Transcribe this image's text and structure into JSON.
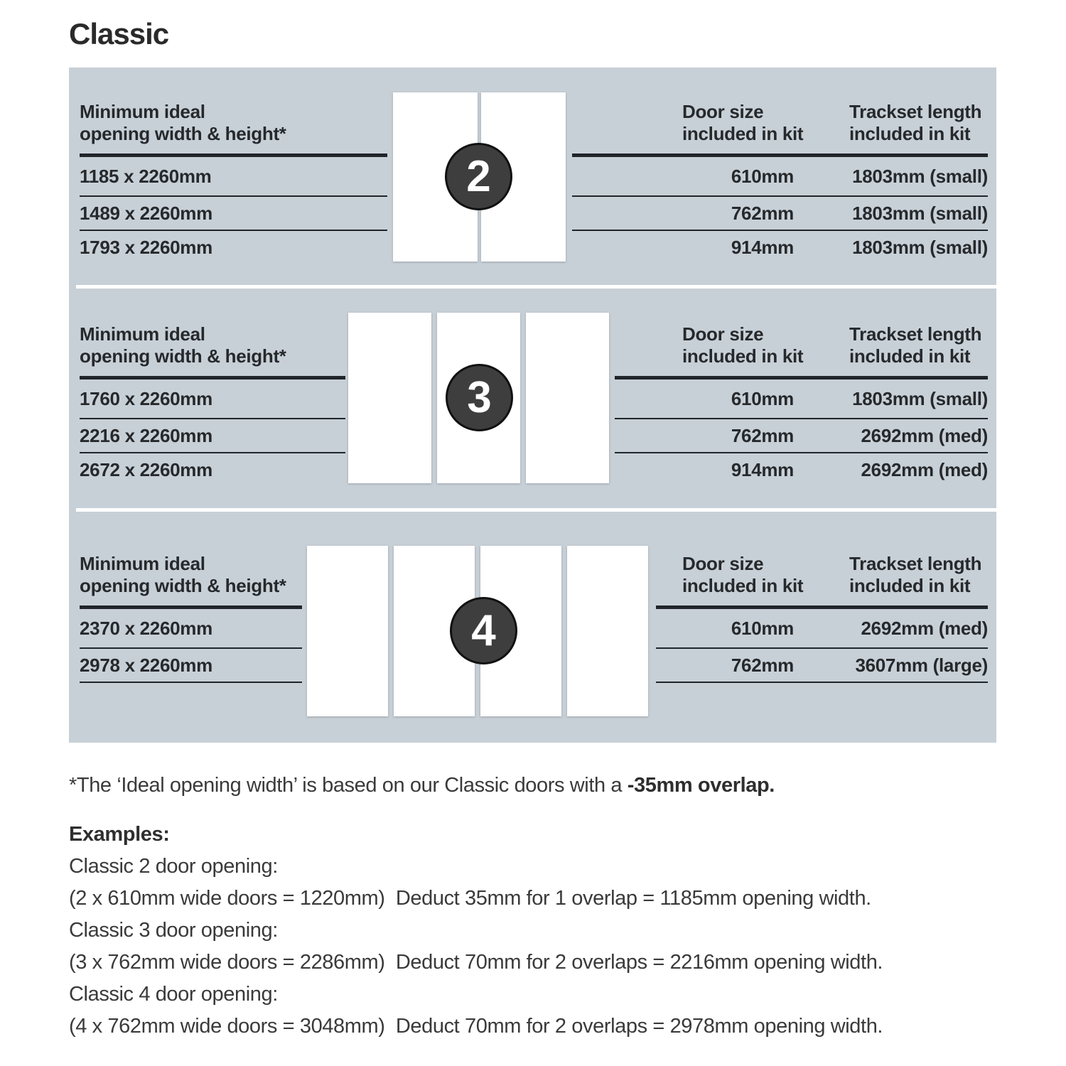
{
  "title": "Classic",
  "colors": {
    "panel_bg": "#c8d0d7",
    "rule": "#20252a",
    "badge_fill": "#3e3e3e",
    "badge_border": "#111111",
    "door_fill": "#ffffff"
  },
  "table_headers": {
    "left_line1": "Minimum ideal",
    "left_line2": "opening width & height*",
    "door_line1": "Door size",
    "door_line2": "included in kit",
    "track_line1": "Trackset length",
    "track_line2": "included in kit"
  },
  "sections": [
    {
      "badge": "2",
      "left_rows": [
        "1185 x 2260mm",
        "1489 x 2260mm",
        "1793 x 2260mm"
      ],
      "door_sizes": [
        "610mm",
        "762mm",
        "914mm"
      ],
      "tracksets": [
        "1803mm (small)",
        "1803mm (small)",
        "1803mm (small)"
      ]
    },
    {
      "badge": "3",
      "left_rows": [
        "1760 x 2260mm",
        "2216 x 2260mm",
        "2672 x 2260mm"
      ],
      "door_sizes": [
        "610mm",
        "762mm",
        "914mm"
      ],
      "tracksets": [
        "1803mm (small)",
        "2692mm (med)",
        "2692mm (med)"
      ]
    },
    {
      "badge": "4",
      "left_rows": [
        "2370 x 2260mm",
        "2978 x 2260mm"
      ],
      "door_sizes": [
        "610mm",
        "762mm"
      ],
      "tracksets": [
        "2692mm (med)",
        "3607mm (large)"
      ]
    }
  ],
  "footnote": {
    "regular": "*The ‘Ideal opening width’ is based on our Classic doors with a ",
    "bold": "-35mm overlap."
  },
  "examples": {
    "heading": "Examples:",
    "items": [
      {
        "label": "Classic 2 door opening:",
        "detail": "(2 x 610mm wide doors = 1220mm)  Deduct 35mm for 1 overlap = 1185mm opening width."
      },
      {
        "label": "Classic 3 door opening:",
        "detail": "(3 x 762mm wide doors = 2286mm)  Deduct 70mm for 2 overlaps = 2216mm opening width."
      },
      {
        "label": "Classic 4 door opening:",
        "detail": "(4 x 762mm wide doors = 3048mm)  Deduct 70mm for 2 overlaps = 2978mm opening width."
      }
    ]
  }
}
